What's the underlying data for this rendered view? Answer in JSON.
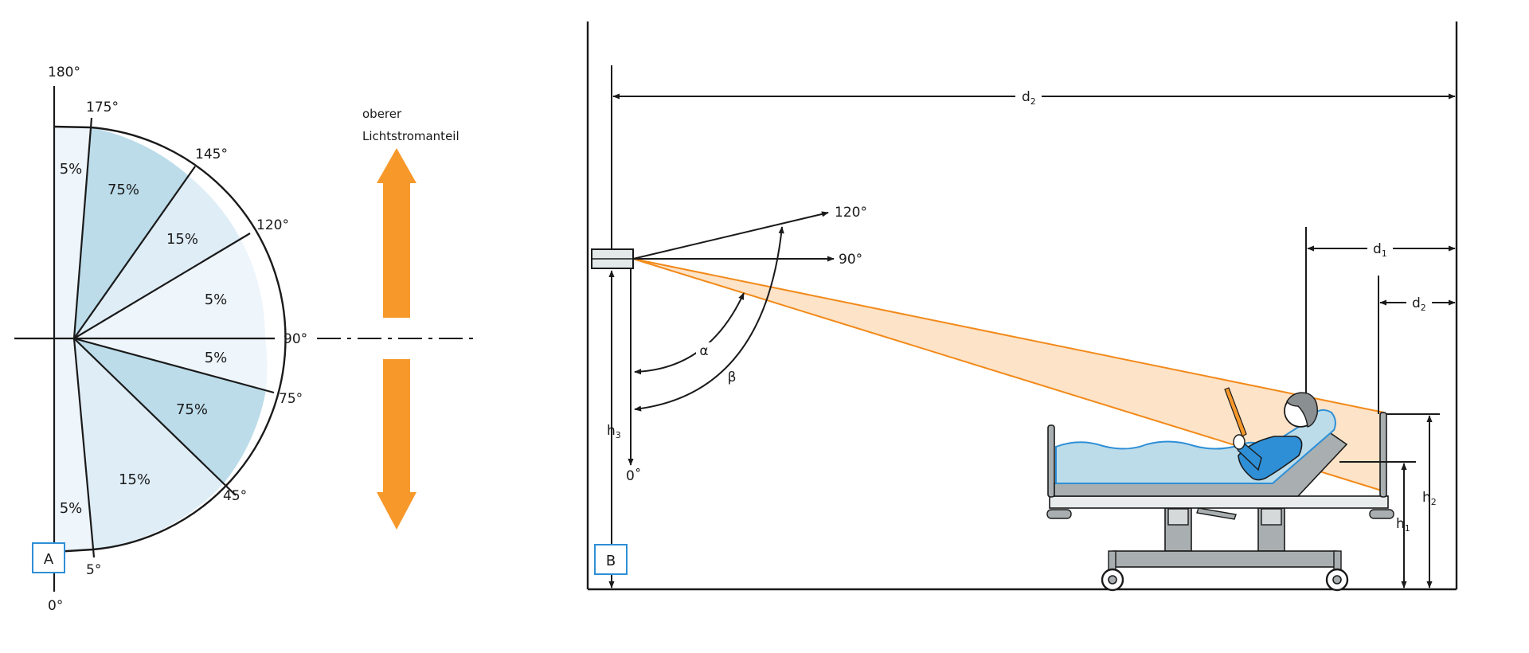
{
  "panel_a": {
    "badge": "A",
    "angles": {
      "a0": "0°",
      "a5": "5°",
      "a45": "45°",
      "a75": "75°",
      "a90": "90°",
      "a120": "120°",
      "a145": "145°",
      "a175": "175°",
      "a180": "180°"
    },
    "sectors": {
      "s0_5": "5%",
      "s5_45": "15%",
      "s45_75": "75%",
      "s75_90": "5%",
      "s90_120": "5%",
      "s120_145": "15%",
      "s145_175": "75%",
      "s175_180": "5%"
    },
    "legend": {
      "line1": "oberer",
      "line2": "Lichtstromanteil"
    },
    "colors": {
      "pale": "#eef5fb",
      "light": "#dfedf7",
      "medium": "#bcdcea",
      "arrow": "#f7982a"
    }
  },
  "panel_b": {
    "badge": "B",
    "dims": {
      "d2_top": {
        "main": "d",
        "sub": "2"
      },
      "d1": {
        "main": "d",
        "sub": "1"
      },
      "d2_small": {
        "main": "d",
        "sub": "2"
      },
      "h1": {
        "main": "h",
        "sub": "1"
      },
      "h2": {
        "main": "h",
        "sub": "2"
      },
      "h3": {
        "main": "h",
        "sub": "3"
      }
    },
    "angle_120": "120°",
    "angle_90": "90°",
    "angle_0": "0˚",
    "alpha": "α",
    "beta": "β",
    "colors": {
      "beam": "#fde3c8",
      "beam_edge": "#f28a1a",
      "blanket": "#bcdcea",
      "frame": "#a9afb0",
      "body": "#2e8fd6"
    }
  }
}
